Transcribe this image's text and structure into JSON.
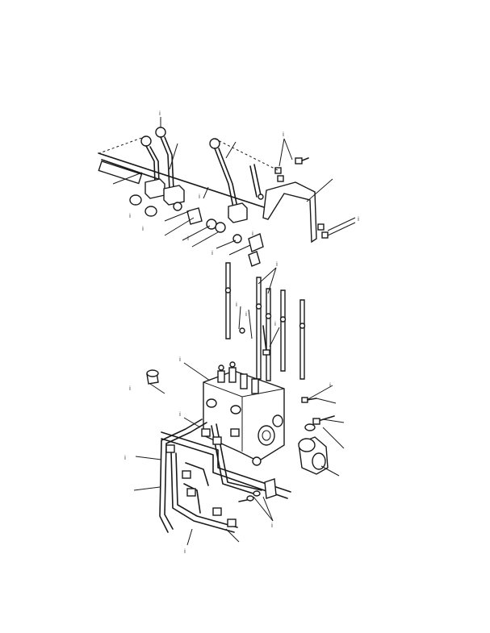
{
  "figure": {
    "callouts": [
      "i",
      "i",
      "i",
      "i",
      "i",
      "i",
      "i",
      "i",
      "i",
      "i",
      "i",
      "i",
      "i",
      "i",
      "i",
      "i",
      "i",
      "i",
      "i",
      "i"
    ]
  }
}
